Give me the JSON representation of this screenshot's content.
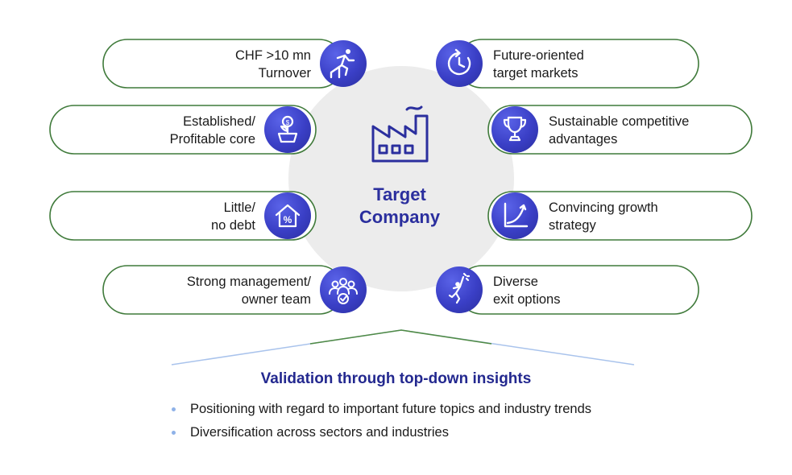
{
  "center": {
    "line1": "Target",
    "line2": "Company",
    "icon": "factory-icon"
  },
  "criteria_left": [
    {
      "line1": "CHF >10 mn",
      "line2": "Turnover",
      "icon": "hurdle-runner-icon"
    },
    {
      "line1": "Established/",
      "line2": "Profitable core",
      "icon": "money-plant-icon"
    },
    {
      "line1": "Little/",
      "line2": "no debt",
      "icon": "house-percent-icon"
    },
    {
      "line1": "Strong management/",
      "line2": "owner team",
      "icon": "team-icon"
    }
  ],
  "criteria_right": [
    {
      "line1": "Future-oriented",
      "line2": "target markets",
      "icon": "clock-forward-icon"
    },
    {
      "line1": "Sustainable competitive",
      "line2": "advantages",
      "icon": "trophy-icon"
    },
    {
      "line1": "Convincing growth",
      "line2": "strategy",
      "icon": "growth-curve-icon"
    },
    {
      "line1": "Diverse",
      "line2": "exit options",
      "icon": "jumping-person-icon"
    }
  ],
  "validation": {
    "title": "Validation through top-down insights",
    "bullets": [
      "Positioning with regard to important future topics and industry trends",
      "Diversification across sectors and industries"
    ]
  },
  "colors": {
    "accent": "#2b2f9e",
    "pill_border": "#3f7a3a",
    "center_circle": "#ececec",
    "bullet": "#8fb2e8"
  }
}
